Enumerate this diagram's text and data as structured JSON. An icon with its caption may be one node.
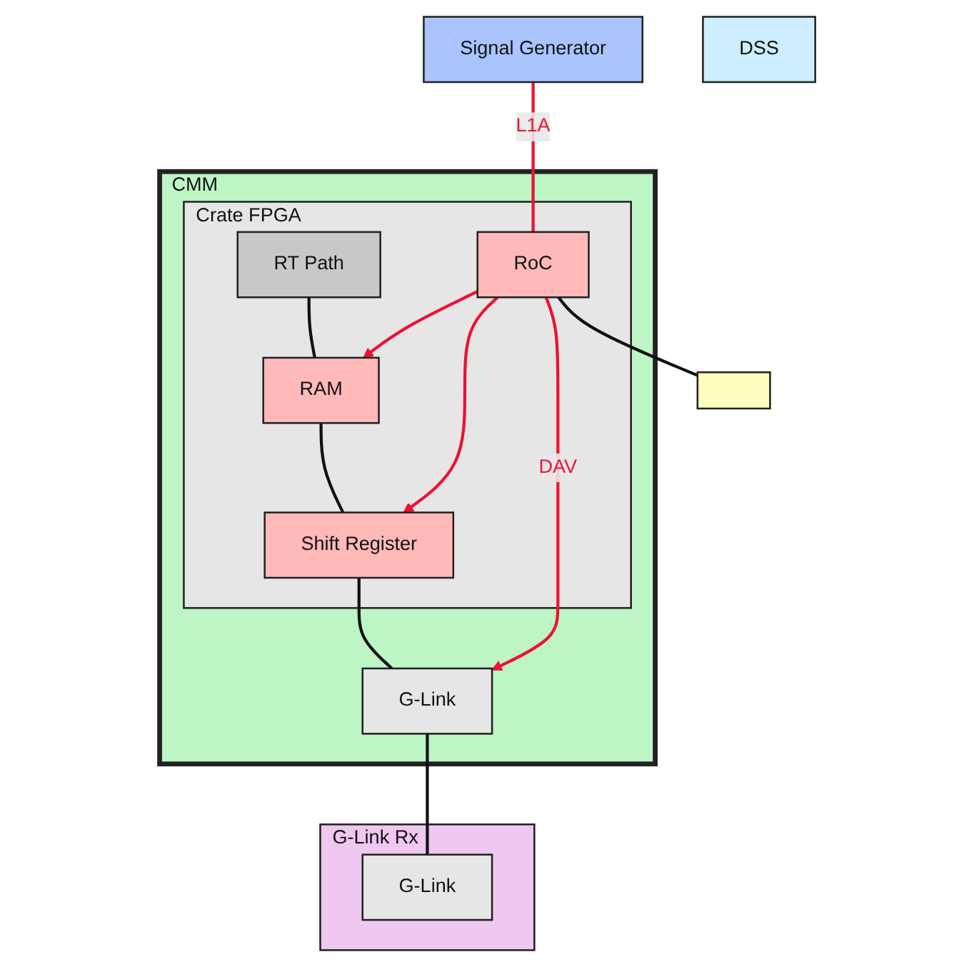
{
  "diagram": {
    "nodes": [
      {
        "text": [
          "Signal Generator"
        ]
      },
      {
        "text": [
          "CMM"
        ]
      },
      {
        "text": [
          "Crate FPGA"
        ],
        "in": 1
      },
      {
        "text": [
          "RT Path"
        ],
        "in": 2
      },
      {
        "text": [
          "RAM"
        ],
        "in": 2
      },
      {
        "text": [
          "Shift Register"
        ],
        "in": 2
      },
      {
        "text": [
          "RoC"
        ],
        "in": 2
      },
      {
        "text": [
          "G-Link"
        ],
        "in": 1
      },
      {
        "text": [],
        "shape": "box"
      },
      {
        "text": [
          "G-Link Rx"
        ]
      },
      {
        "text": [
          "G-Link"
        ],
        "in": 9
      },
      {
        "text": [
          "DSS"
        ]
      }
    ],
    "edges": [
      {
        "from": 0,
        "to": 6,
        "arrow": "none",
        "label": "L1A",
        "color": "#ee1133"
      },
      {
        "from": 6,
        "to": 4,
        "arrow": "to",
        "color": "#ee1133"
      },
      {
        "from": 6,
        "to": 5,
        "arrow": "to",
        "color": "#ee1133"
      },
      {
        "from": 6,
        "to": 7,
        "arrow": "to",
        "label": "DAV",
        "color": "#ee1133"
      },
      {
        "from": 3,
        "to": 4,
        "arrow": "none"
      },
      {
        "from": 4,
        "to": 5,
        "arrow": "none"
      },
      {
        "from": 5,
        "to": 7,
        "arrow": "none"
      },
      {
        "from": 6,
        "to": 8,
        "arrow": "none"
      },
      {
        "from": 7,
        "to": 10,
        "arrow": "none"
      }
    ]
  }
}
